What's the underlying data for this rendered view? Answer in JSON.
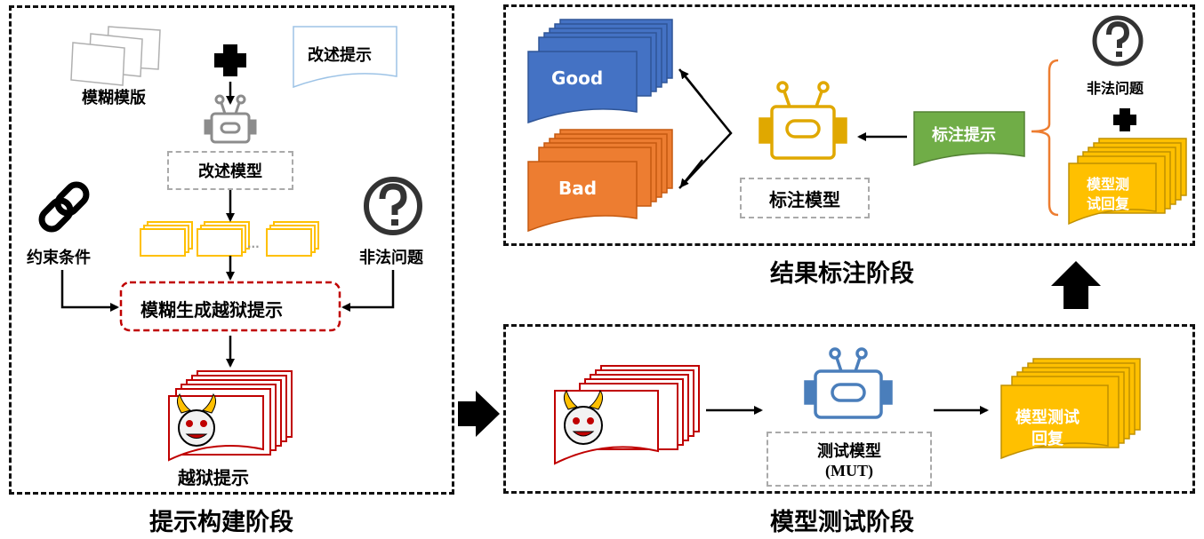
{
  "stages": {
    "prompt_construction": "提示构建阶段",
    "model_testing": "模型测试阶段",
    "result_annotation": "结果标注阶段"
  },
  "prompt_stage": {
    "fuzzy_templates": "模糊模版",
    "rewrite_prompt": "改述提示",
    "rewrite_model": "改述模型",
    "constraints": "约束条件",
    "illegal_questions": "非法问题",
    "fuzzy_generate": "模糊生成越狱提示",
    "jailbreak_prompts": "越狱提示",
    "ellipsis": "..."
  },
  "testing_stage": {
    "mut_label": "测试模型",
    "mut_abbr": "(MUT)",
    "test_reply_line1": "模型测试",
    "test_reply_line2": "回复"
  },
  "annotation_stage": {
    "good": "Good",
    "bad": "Bad",
    "annotation_model": "标注模型",
    "annotation_prompt": "标注提示",
    "illegal_questions": "非法问题",
    "reply_line1": "模型测",
    "reply_line2": "试回复"
  },
  "colors": {
    "good_blue": "#4472C4",
    "bad_orange": "#ED7D31",
    "prompt_green": "#70AD47",
    "reply_gold": "#FFC000",
    "jailbreak_red": "#C00000",
    "robot_gray": "#8c8c8c",
    "robot_gold": "#E0A800",
    "robot_blue": "#4A7EBB"
  },
  "icons": [
    "plus-icon",
    "question-icon",
    "chain-link-icon",
    "robot-icon",
    "devil-icon",
    "document-stack-icon",
    "up-arrow-icon",
    "right-arrow-icon"
  ]
}
